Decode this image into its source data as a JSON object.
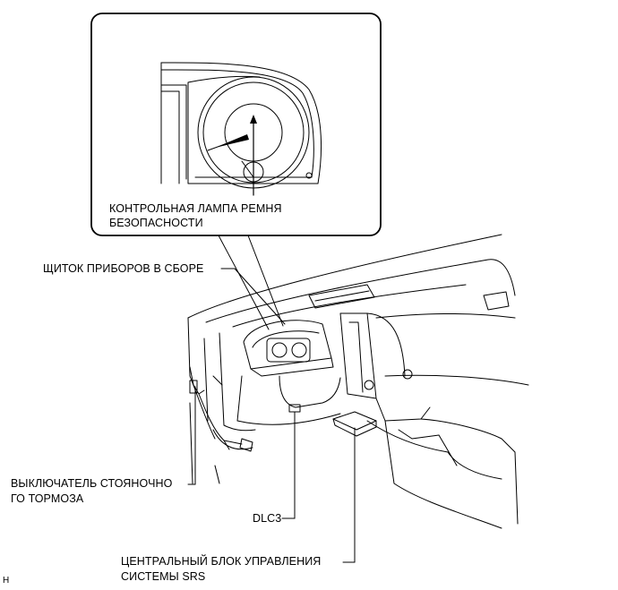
{
  "labels": {
    "seatbelt_lamp_line1": "КОНТРОЛЬНАЯ ЛАМПА РЕМНЯ",
    "seatbelt_lamp_line2": "БЕЗОПАСНОСТИ",
    "instrument_cluster": "ЩИТОК ПРИБОРОВ В СБОРЕ",
    "parking_brake_line1": "ВЫКЛЮЧАТЕЛЬ СТОЯНОЧНО",
    "parking_brake_line2": "ГО ТОРМОЗА",
    "dlc3": "DLC3",
    "srs_line1": "ЦЕНТРАЛЬНЫЙ БЛОК УПРАВЛЕНИЯ",
    "srs_line2": "СИСТЕМЫ SRS",
    "corner_mark": "H"
  }
}
